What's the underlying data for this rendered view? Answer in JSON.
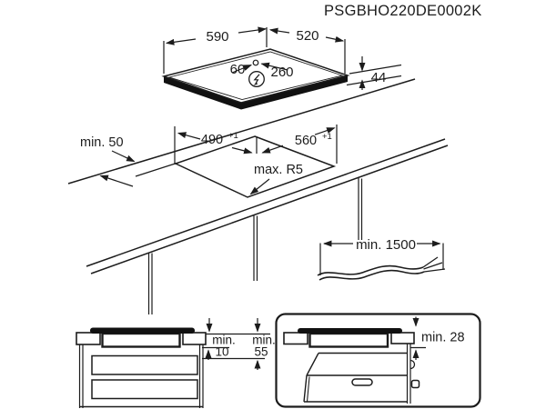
{
  "doc": {
    "part_number": "PSGBHO220DE0002K"
  },
  "hob": {
    "width_mm": "590",
    "depth_mm": "520",
    "gland_offset_a_mm": "60",
    "gland_offset_b_mm": "260",
    "height_mm": "44"
  },
  "cutout": {
    "rear_clearance": "min. 50",
    "depth_mm": "490",
    "depth_tol": "+1",
    "width_mm": "560",
    "width_tol": "+1",
    "corner_radius": "max. R5"
  },
  "cable": {
    "min_length": "min. 1500"
  },
  "drawer_clearance": {
    "label_a": "min.",
    "value_a": "10",
    "label_b": "min.",
    "value_b": "55"
  },
  "oven_clearance": {
    "value": "min. 28"
  }
}
